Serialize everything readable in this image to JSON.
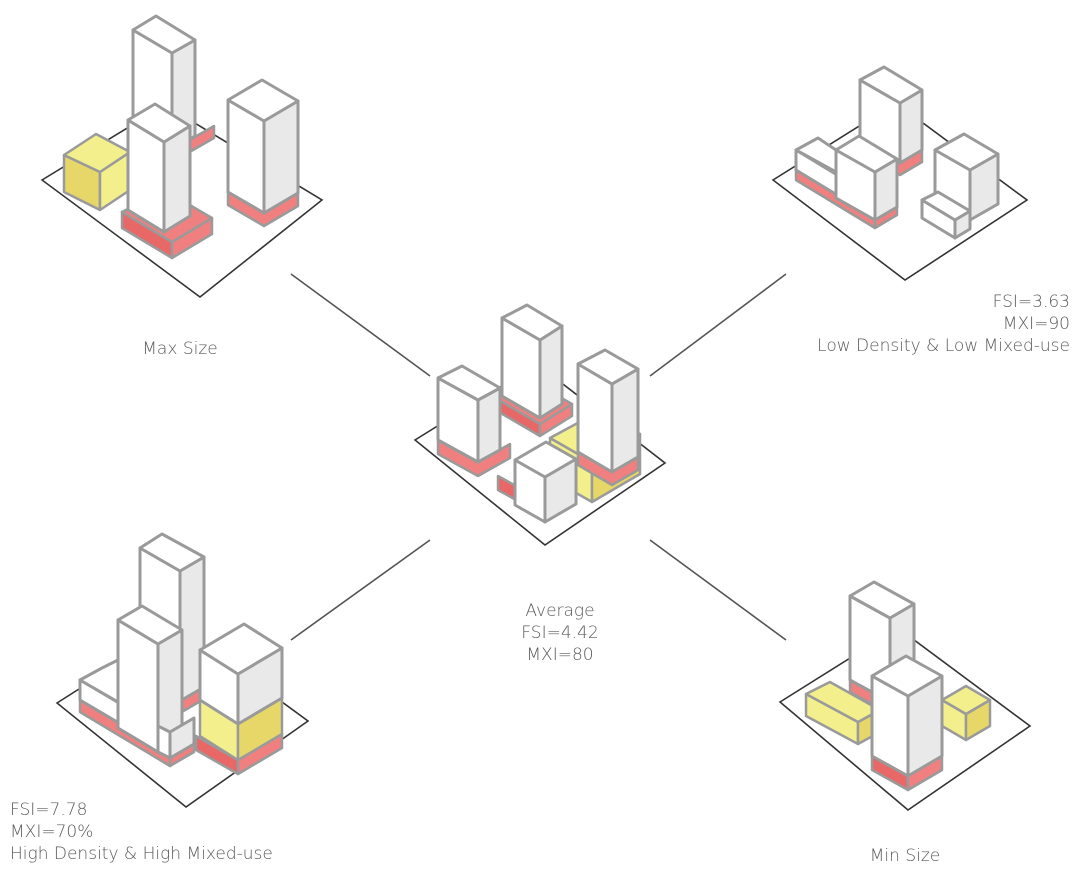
{
  "title": "",
  "palette": {
    "building_face_light": "#ffffff",
    "building_face_shade": "#ececec",
    "outline": "#9a9a9a",
    "red_use": "#f08080",
    "yellow_use": "#f3ef8c",
    "connector": "#555555"
  },
  "scenarios": {
    "max_size": {
      "line1": "Max Size"
    },
    "average": {
      "line1": "Average",
      "line2": "FSI=4.42",
      "line3": "MXI=80"
    },
    "low_density": {
      "line1": "FSI=3.63",
      "line2": "MXI=90",
      "line3": "Low Density & Low Mixed-use"
    },
    "high_density": {
      "line1": "FSI=7.78",
      "line2": "MXI=70%",
      "line3": "High Density & High Mixed-use"
    },
    "min_size": {
      "line1": "Min Size"
    }
  }
}
